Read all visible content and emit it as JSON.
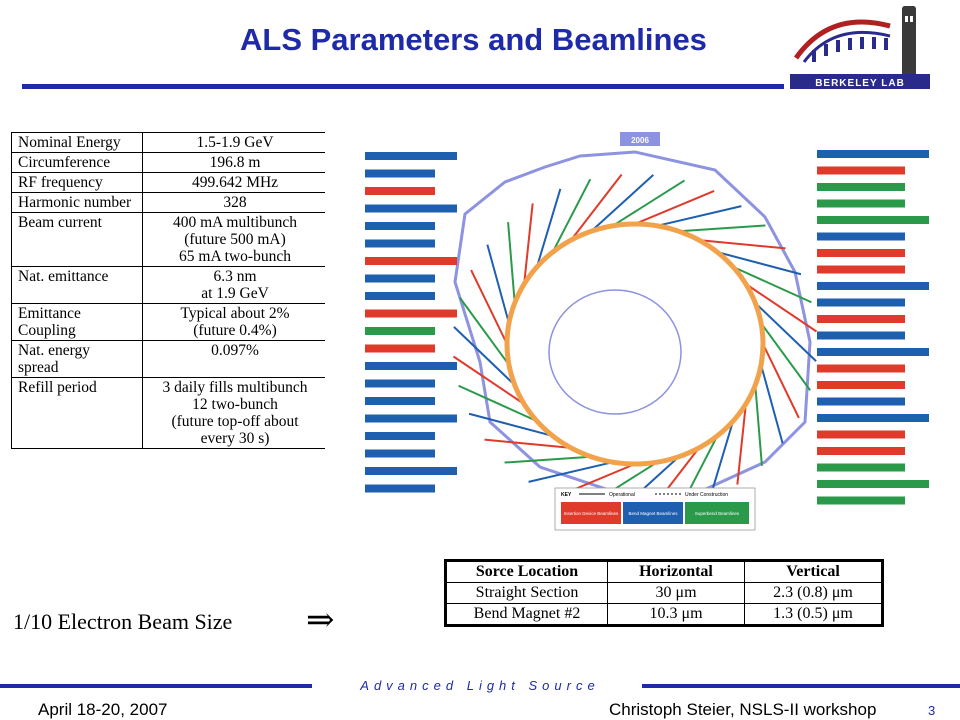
{
  "slide": {
    "title": "ALS Parameters and Beamlines"
  },
  "logo": {
    "text": "BERKELEY LAB"
  },
  "parameters": [
    {
      "name": "Nominal Energy",
      "value": "1.5-1.9 GeV"
    },
    {
      "name": "Circumference",
      "value": "196.8 m"
    },
    {
      "name": "RF frequency",
      "value": "499.642 MHz"
    },
    {
      "name": "Harmonic number",
      "value": "328"
    },
    {
      "name": "Beam current",
      "value": "400 mA multibunch\n(future 500 mA)\n65 mA two-bunch"
    },
    {
      "name": "Nat. emittance",
      "value": "6.3 nm\nat 1.9 GeV"
    },
    {
      "name": "Emittance\nCoupling",
      "value": "Typical about 2%\n(future 0.4%)"
    },
    {
      "name": "Nat. energy\nspread",
      "value": "0.097%"
    },
    {
      "name": "Refill period",
      "value": "3 daily fills multibunch\n12 two-bunch\n(future top-off about\nevery 30 s)"
    }
  ],
  "beam_size": {
    "label": "1/10 Electron Beam Size",
    "arrow": "⇒",
    "headers": [
      "Sorce Location",
      "Horizontal",
      "Vertical"
    ],
    "rows": [
      [
        "Straight Section",
        "30 μm",
        "2.3 (0.8) μm"
      ],
      [
        "Bend Magnet #2",
        "10.3 μm",
        "1.3 (0.5) μm"
      ]
    ]
  },
  "diagram": {
    "year": "2006",
    "legend": {
      "key": "KEY",
      "operational": "Operational",
      "construction": "Under Construction",
      "cat1": "Insertion Device Beamlines",
      "cat2": "Bend Magnet Beamlines",
      "cat3": "Superbend Beamlines"
    },
    "colors": {
      "insertion": "#e03a2a",
      "bend": "#1f5fb0",
      "superbend": "#2a9a4a",
      "ring": "#f2a24a",
      "outline": "#8d93e0"
    }
  },
  "footer": {
    "center": "Advanced Light Source",
    "left": "April 18-20, 2007",
    "right": "Christoph Steier, NSLS-II workshop",
    "page": "3"
  }
}
